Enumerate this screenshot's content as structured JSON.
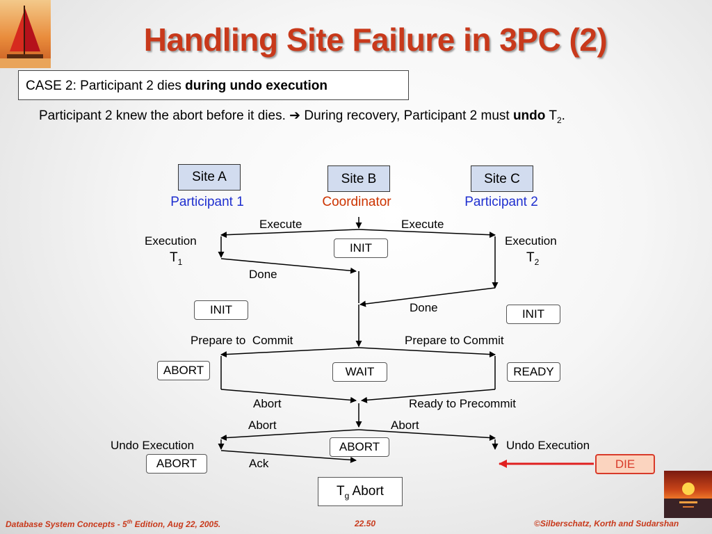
{
  "title": "Handling Site Failure in 3PC (2)",
  "case": {
    "prefix": "CASE 2: Participant 2 dies ",
    "bold": "during undo execution"
  },
  "subtitle": {
    "text1": "Participant 2 knew the abort before it dies. ",
    "arrow": "➔",
    "text2": " During recovery, Participant 2 must ",
    "bold": "undo",
    "t": " T",
    "sub": "2",
    "end": "."
  },
  "sites": {
    "a": {
      "name": "Site A",
      "role": "Participant 1"
    },
    "b": {
      "name": "Site B",
      "role": "Coordinator"
    },
    "c": {
      "name": "Site C",
      "role": "Participant 2"
    }
  },
  "labels": {
    "execute_left": "Execute",
    "execute_right": "Execute",
    "execution_left": "Execution",
    "execution_right": "Execution",
    "t1_t": "T",
    "t1_sub": "1",
    "t2_t": "T",
    "t2_sub": "2",
    "done_left": "Done",
    "done_right": "Done",
    "prepare_left": "Prepare to  Commit",
    "prepare_right": "Prepare to Commit",
    "abort_a": "Abort",
    "ready_precommit": "Ready to Precommit",
    "abort_left2": "Abort",
    "abort_right2": "Abort",
    "undo_left": "Undo Execution",
    "undo_right": "Undo Execution",
    "ack": "Ack"
  },
  "states": {
    "b_init": "INIT",
    "a_init": "INIT",
    "c_init": "INIT",
    "a_abort": "ABORT",
    "b_wait": "WAIT",
    "c_ready": "READY",
    "b_abort": "ABORT",
    "a_abort2": "ABORT",
    "c_die": "DIE"
  },
  "tg_abort": {
    "t": "T",
    "sub": "g",
    "text": " Abort"
  },
  "footer": {
    "left_prefix": "Database System Concepts - 5",
    "left_sup": "th",
    "left_suffix": " Edition, Aug 22,  2005.",
    "center": "22.50",
    "right": "©Silberschatz, Korth and Sudarshan"
  },
  "colors": {
    "title": "#c8391b",
    "participant": "#1f2fcf",
    "coordinator": "#cc3300",
    "die": "#d83a2a",
    "site_fill": "#d2dcef"
  }
}
